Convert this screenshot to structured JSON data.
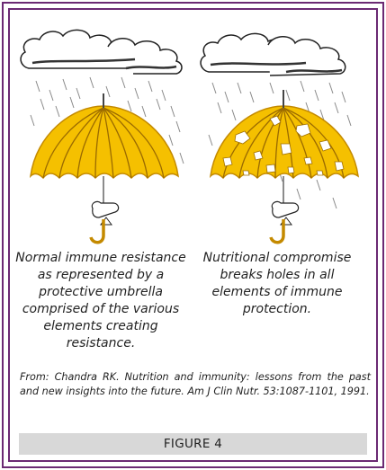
{
  "captions": {
    "left": "Normal immune resistance as represented by a protective umbrella comprised of the various elements creating resistance.",
    "right": "Nutritional compromise breaks holes in all elements of immune protection."
  },
  "citation": "From: Chandra RK. Nutrition and immunity: lessons from the past and new insights into the future. Am J Clin Nutr. 53:1087-1101, 1991.",
  "figure_label": "FIGURE 4",
  "colors": {
    "frame": "#6b2a74",
    "umbrella_fill": "#f5c000",
    "umbrella_edge": "#c48a00",
    "label_bar": "#d8d8d8"
  }
}
